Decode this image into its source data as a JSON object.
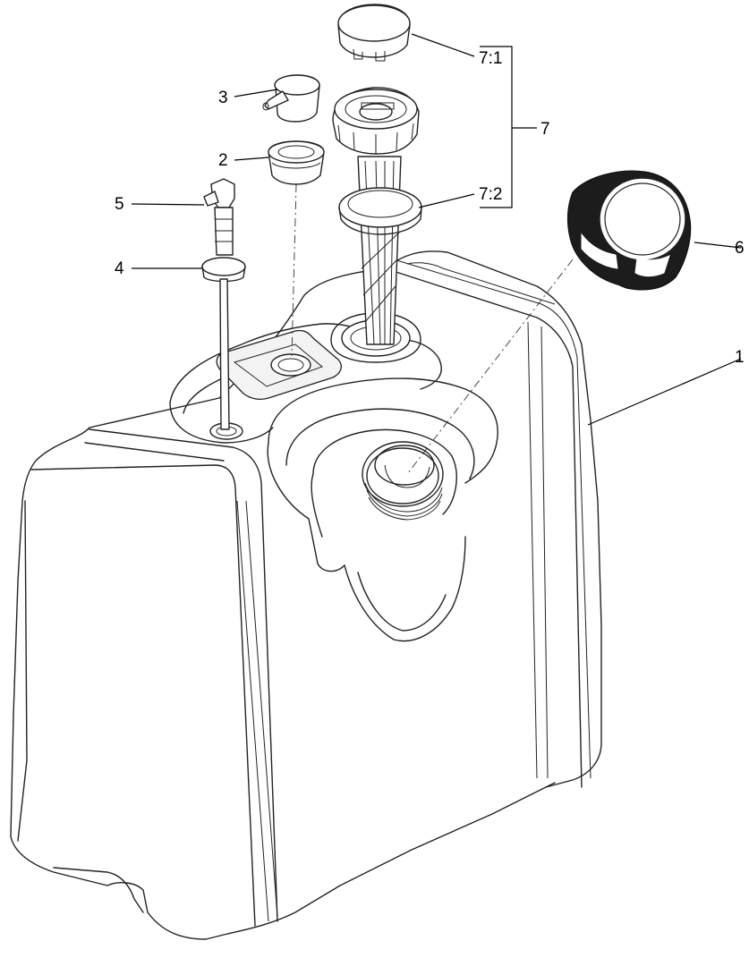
{
  "callouts": {
    "c1": "1",
    "c2": "2",
    "c3": "3",
    "c4": "4",
    "c5": "5",
    "c6": "6",
    "c7": "7",
    "c7_1": "7:1",
    "c7_2": "7:2"
  },
  "colors": {
    "line": "#222222",
    "background": "#ffffff",
    "cap_dark": "#1c1c1c"
  }
}
